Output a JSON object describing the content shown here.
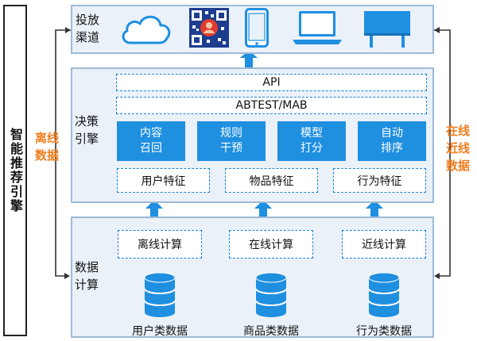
{
  "side_title": "智能推荐引擎",
  "left_label": [
    "离线",
    "数据"
  ],
  "right_label": [
    "在线",
    "近线",
    "数据"
  ],
  "channels": {
    "label": [
      "投放",
      "渠道"
    ],
    "icons": [
      "cloud-icon",
      "qr-code-icon",
      "tablet-icon",
      "laptop-icon",
      "billboard-icon"
    ]
  },
  "decision": {
    "label": [
      "决策",
      "引擎"
    ],
    "api": "API",
    "abtest": "ABTEST/MAB",
    "modules": [
      {
        "line1": "内容",
        "line2": "召回"
      },
      {
        "line1": "规则",
        "line2": "干预"
      },
      {
        "line1": "模型",
        "line2": "打分"
      },
      {
        "line1": "自动",
        "line2": "排序"
      }
    ],
    "features": [
      "用户特征",
      "物品特征",
      "行为特征"
    ]
  },
  "compute": {
    "label": [
      "数据",
      "计算"
    ],
    "boxes": [
      "离线计算",
      "在线计算",
      "近线计算"
    ],
    "stores": [
      "用户类数据",
      "商品类数据",
      "行为类数据"
    ]
  },
  "colors": {
    "accent_blue": "#1f8fe0",
    "orange": "#f07e1e",
    "panel_bg": "#eaf1f9"
  }
}
